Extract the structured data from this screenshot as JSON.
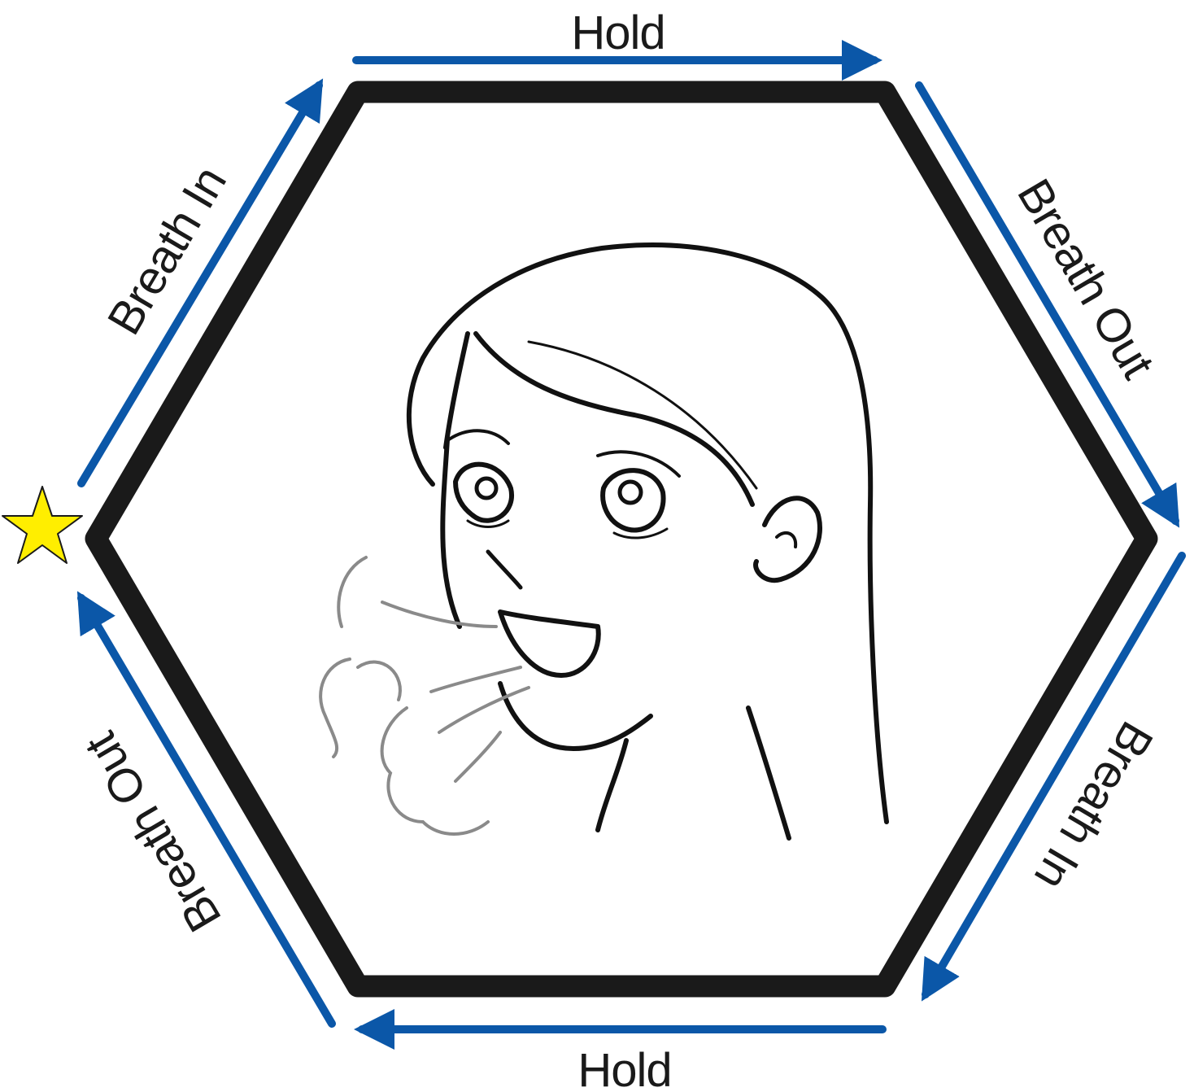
{
  "labels": {
    "top": "Hold",
    "upper_right": "Breath Out",
    "lower_right": "Breath In",
    "bottom": "Hold",
    "lower_left": "Breath Out",
    "upper_left": "Breath In"
  },
  "colors": {
    "hexagon_stroke": "#1a1a1a",
    "arrow": "#0b57a8",
    "star_fill": "#ffee00",
    "star_stroke": "#1a1a1a",
    "face_stroke": "#111111",
    "breath_stroke": "#8a8a8a"
  },
  "icons": {
    "start_marker": "star-icon",
    "illustration": "woman-exhaling-face-icon"
  }
}
